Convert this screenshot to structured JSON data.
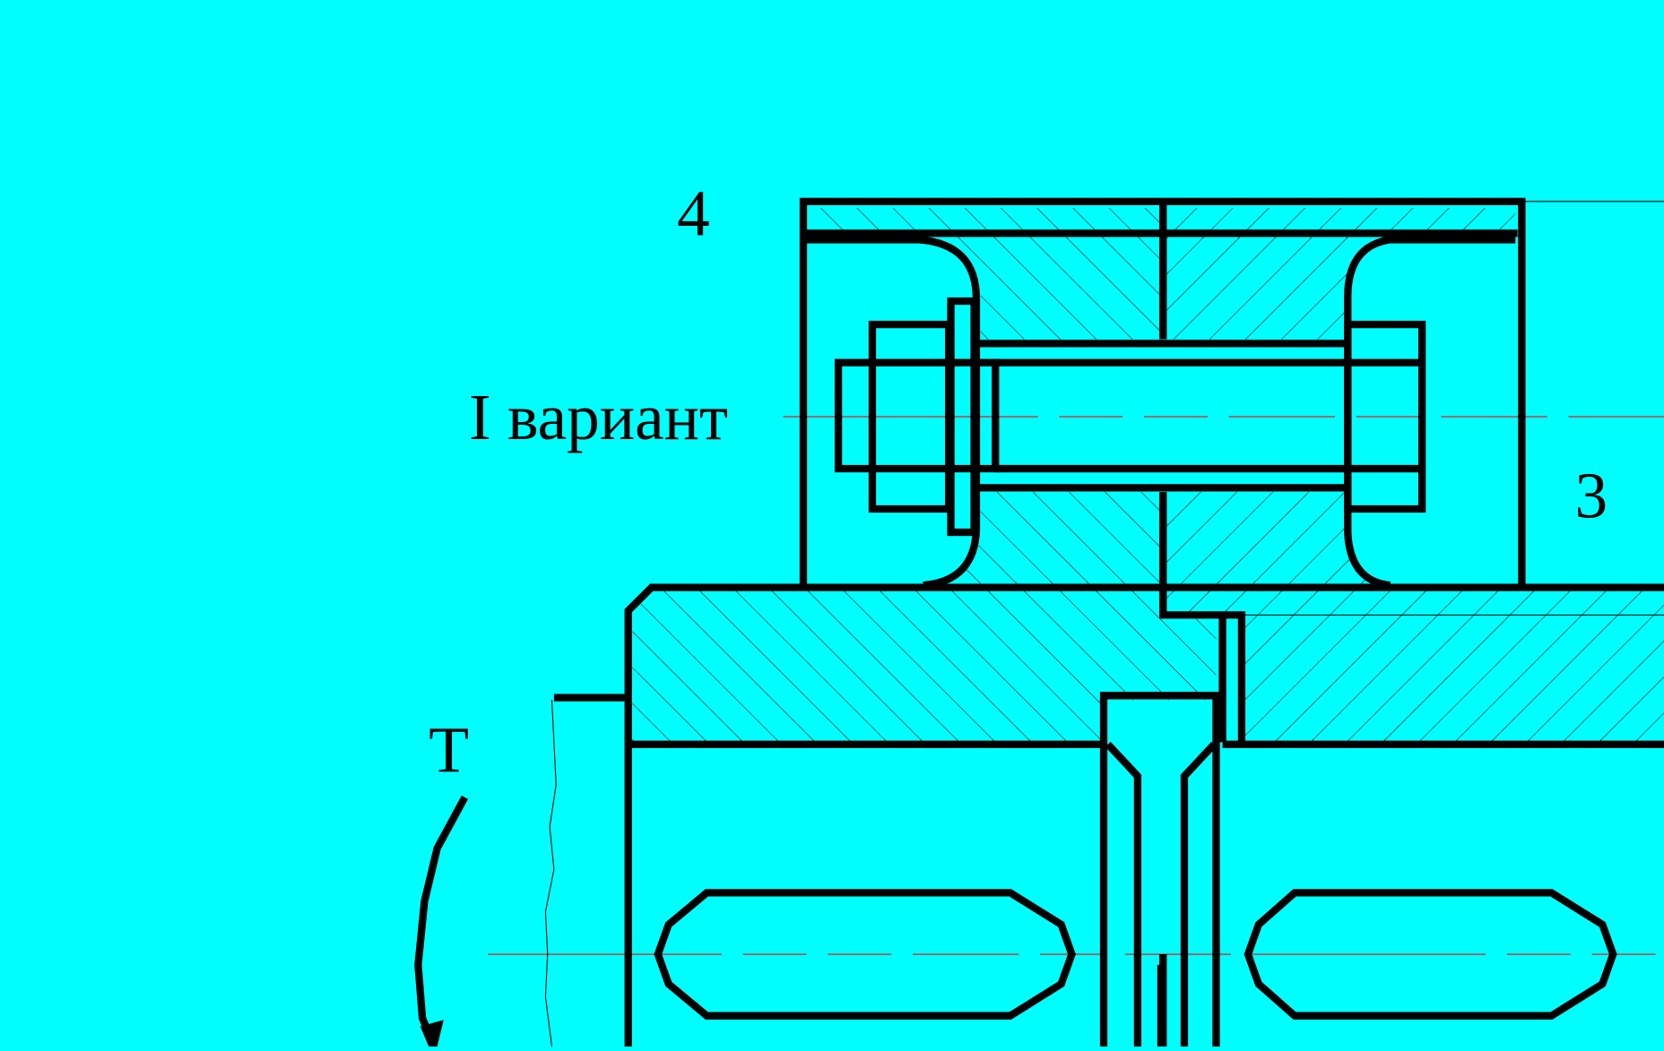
{
  "labels": {
    "part_4": "4",
    "part_3": "3",
    "variant": "I вариант",
    "torque": "T"
  },
  "colors": {
    "background": "#00FFFF",
    "outline": "#000000",
    "axis_line": "#FF0000"
  }
}
